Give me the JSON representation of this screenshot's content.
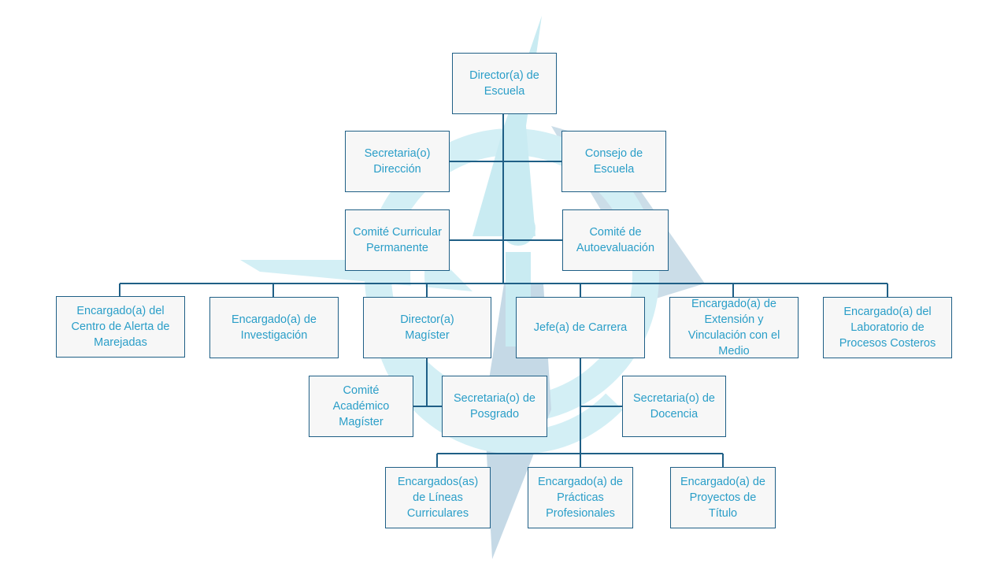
{
  "colors": {
    "box_border": "#1f5f86",
    "box_fill": "#f7f7f7",
    "box_text": "#2a9ec8",
    "connector": "#1f5f86",
    "watermark_light": "#c9ebf2",
    "watermark_grey": "#c5d9e6"
  },
  "org": {
    "director_escuela": "Director(a) de Escuela",
    "secretaria_direccion": "Secretaria(o) Dirección",
    "consejo_escuela": "Consejo de Escuela",
    "comite_curricular": "Comité Curricular Permanente",
    "comite_autoevaluacion": "Comité de Autoevaluación",
    "encargado_alerta": "Encargado(a) del Centro de Alerta de Marejadas",
    "encargado_investigacion": "Encargado(a) de Investigación",
    "director_magister": "Director(a) Magíster",
    "jefe_carrera": "Jefe(a) de Carrera",
    "encargado_extension": "Encargado(a) de Extensión y Vinculación con el Medio",
    "encargado_laboratorio": "Encargado(a) del Laboratorio de Procesos Costeros",
    "comite_academico": "Comité Académico Magíster",
    "secretaria_posgrado": "Secretaria(o) de Posgrado",
    "secretaria_docencia": "Secretaria(o) de Docencia",
    "encargados_lineas": "Encargados(as) de Líneas Curriculares",
    "encargado_practicas": "Encargado(a) de Prácticas Profesionales",
    "encargado_proyectos": "Encargado(a) de Proyectos de Título"
  }
}
